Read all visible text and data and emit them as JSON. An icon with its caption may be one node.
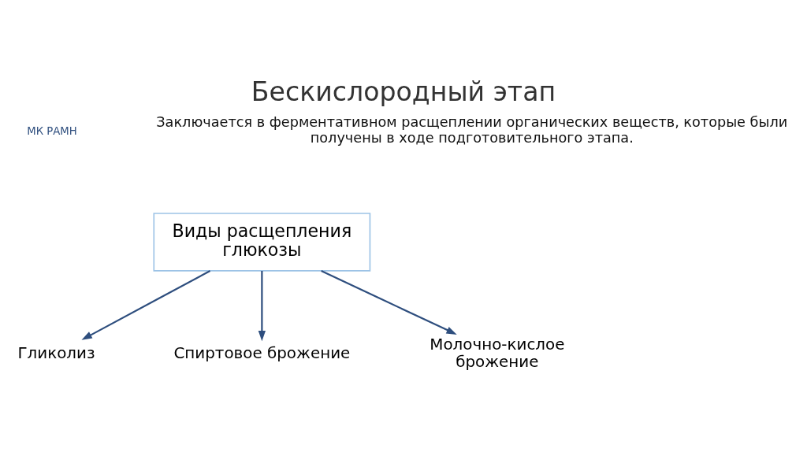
{
  "diagram": {
    "title": "Бескислородный этап",
    "nodes": [
      {
        "text": [
          "Виды расщепления глюкозы"
        ]
      },
      {
        "text": [
          "Гликолиз"
        ]
      },
      {
        "text": [
          "Спиртовое брожение"
        ]
      },
      {
        "text": [
          "Молочно-кислое брожение"
        ]
      }
    ],
    "edges": [
      {
        "from": 0,
        "to": 1,
        "arrow": "to"
      },
      {
        "from": 0,
        "to": 2,
        "arrow": "to"
      },
      {
        "from": 0,
        "to": 3,
        "arrow": "to"
      }
    ],
    "labels": [
      "МК РАМН",
      "Заключается в ферментативном расщеплении органических веществ, которые были получены в ходе подготовительного этапа."
    ]
  }
}
